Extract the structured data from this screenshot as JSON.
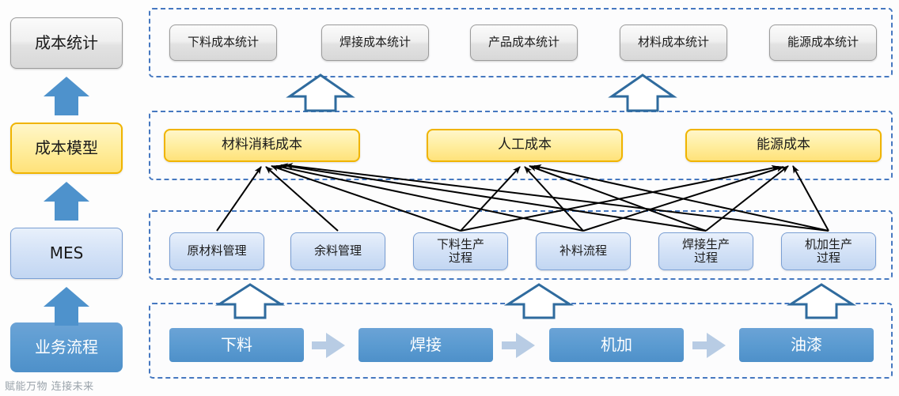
{
  "watermark": "赋能万物  连接未来",
  "sidebar": {
    "items": [
      {
        "label": "成本统计",
        "style": "gray"
      },
      {
        "label": "成本模型",
        "style": "yellow"
      },
      {
        "label": "MES",
        "style": "lblue"
      },
      {
        "label": "业务流程",
        "style": "blue"
      }
    ],
    "arrow_icon": "up-arrow-icon"
  },
  "rows": {
    "statistics": {
      "name": "成本统计层",
      "items": [
        {
          "label": "下料成本统计"
        },
        {
          "label": "焊接成本统计"
        },
        {
          "label": "产品成本统计"
        },
        {
          "label": "材料成本统计"
        },
        {
          "label": "能源成本统计"
        }
      ]
    },
    "cost_model": {
      "name": "成本模型层",
      "items": [
        {
          "label": "材料消耗成本"
        },
        {
          "label": "人工成本"
        },
        {
          "label": "能源成本"
        }
      ]
    },
    "mes": {
      "name": "MES层",
      "items": [
        {
          "label": "原材料管理"
        },
        {
          "label": "余料管理"
        },
        {
          "label": "下料生产过程"
        },
        {
          "label": "补料流程"
        },
        {
          "label": "焊接生产过程"
        },
        {
          "label": "机加生产过程"
        }
      ]
    },
    "business": {
      "name": "业务流程层",
      "items": [
        {
          "label": "下料"
        },
        {
          "label": "焊接"
        },
        {
          "label": "机加"
        },
        {
          "label": "油漆"
        }
      ],
      "separator_icon": "right-arrow-icon"
    }
  },
  "colors": {
    "group_border": "#4678C0",
    "blue_solid": "#5B9BD1",
    "blue_light": "#B8CCE4",
    "yellow_border": "#F0B400",
    "gray_border": "#9B9B9B",
    "connector": "#000000"
  },
  "connectors": {
    "hollow_arrow_icon": "hollow-up-arrow-icon",
    "link_arrow_icon": "link-arrow-icon",
    "stats_to_model_count": 2,
    "business_to_mes_count": 3,
    "mes_to_model_links": [
      [
        "原材料管理",
        "材料消耗成本"
      ],
      [
        "余料管理",
        "材料消耗成本"
      ],
      [
        "下料生产过程",
        "材料消耗成本"
      ],
      [
        "下料生产过程",
        "人工成本"
      ],
      [
        "下料生产过程",
        "能源成本"
      ],
      [
        "补料流程",
        "材料消耗成本"
      ],
      [
        "补料流程",
        "人工成本"
      ],
      [
        "补料流程",
        "能源成本"
      ],
      [
        "焊接生产过程",
        "材料消耗成本"
      ],
      [
        "焊接生产过程",
        "人工成本"
      ],
      [
        "焊接生产过程",
        "能源成本"
      ],
      [
        "机加生产过程",
        "材料消耗成本"
      ],
      [
        "机加生产过程",
        "人工成本"
      ],
      [
        "机加生产过程",
        "能源成本"
      ]
    ]
  }
}
